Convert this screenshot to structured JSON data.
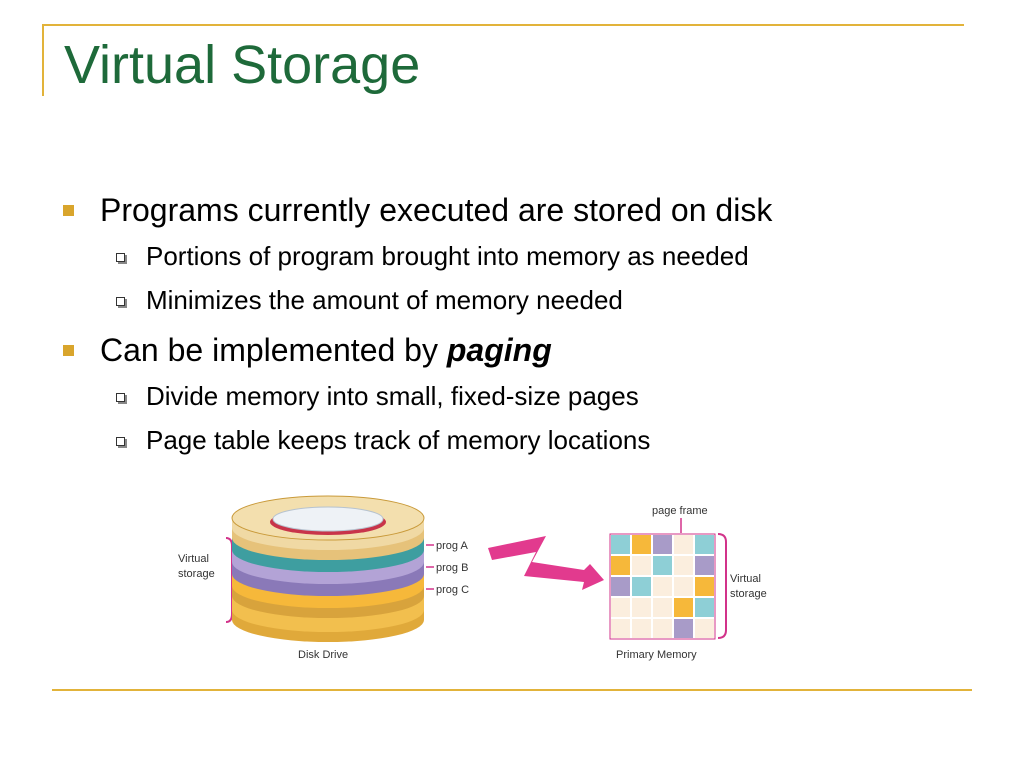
{
  "slide": {
    "title": "Virtual Storage",
    "bullets": [
      {
        "text": "Programs currently executed are stored on disk",
        "emphasis": "",
        "sub": [
          "Portions of program brought into memory as needed",
          "Minimizes the amount of memory needed"
        ]
      },
      {
        "text": "Can be implemented by ",
        "emphasis": "paging",
        "sub": [
          "Divide memory into small, fixed-size pages",
          "Page table keeps track of memory locations"
        ]
      }
    ]
  },
  "figure": {
    "left_label_line1": "Virtual",
    "left_label_line2": "storage",
    "prog_labels": [
      "prog A",
      "prog B",
      "prog C"
    ],
    "disk_caption": "Disk Drive",
    "page_frame_label": "page frame",
    "right_label_line1": "Virtual",
    "right_label_line2": "storage",
    "memory_caption": "Primary Memory",
    "colors": {
      "teal": "#8ecfd6",
      "orange": "#f6b83a",
      "purple": "#a89bc8",
      "cream": "#fbeede",
      "magenta": "#d2338a",
      "bolt": "#e23a8e"
    },
    "memory_grid": [
      [
        "teal",
        "orange",
        "purple",
        "cream",
        "teal"
      ],
      [
        "orange",
        "cream",
        "teal",
        "cream",
        "purple"
      ],
      [
        "purple",
        "teal",
        "cream",
        "cream",
        "orange"
      ],
      [
        "cream",
        "cream",
        "cream",
        "orange",
        "teal"
      ],
      [
        "cream",
        "cream",
        "cream",
        "purple",
        "cream"
      ]
    ]
  }
}
